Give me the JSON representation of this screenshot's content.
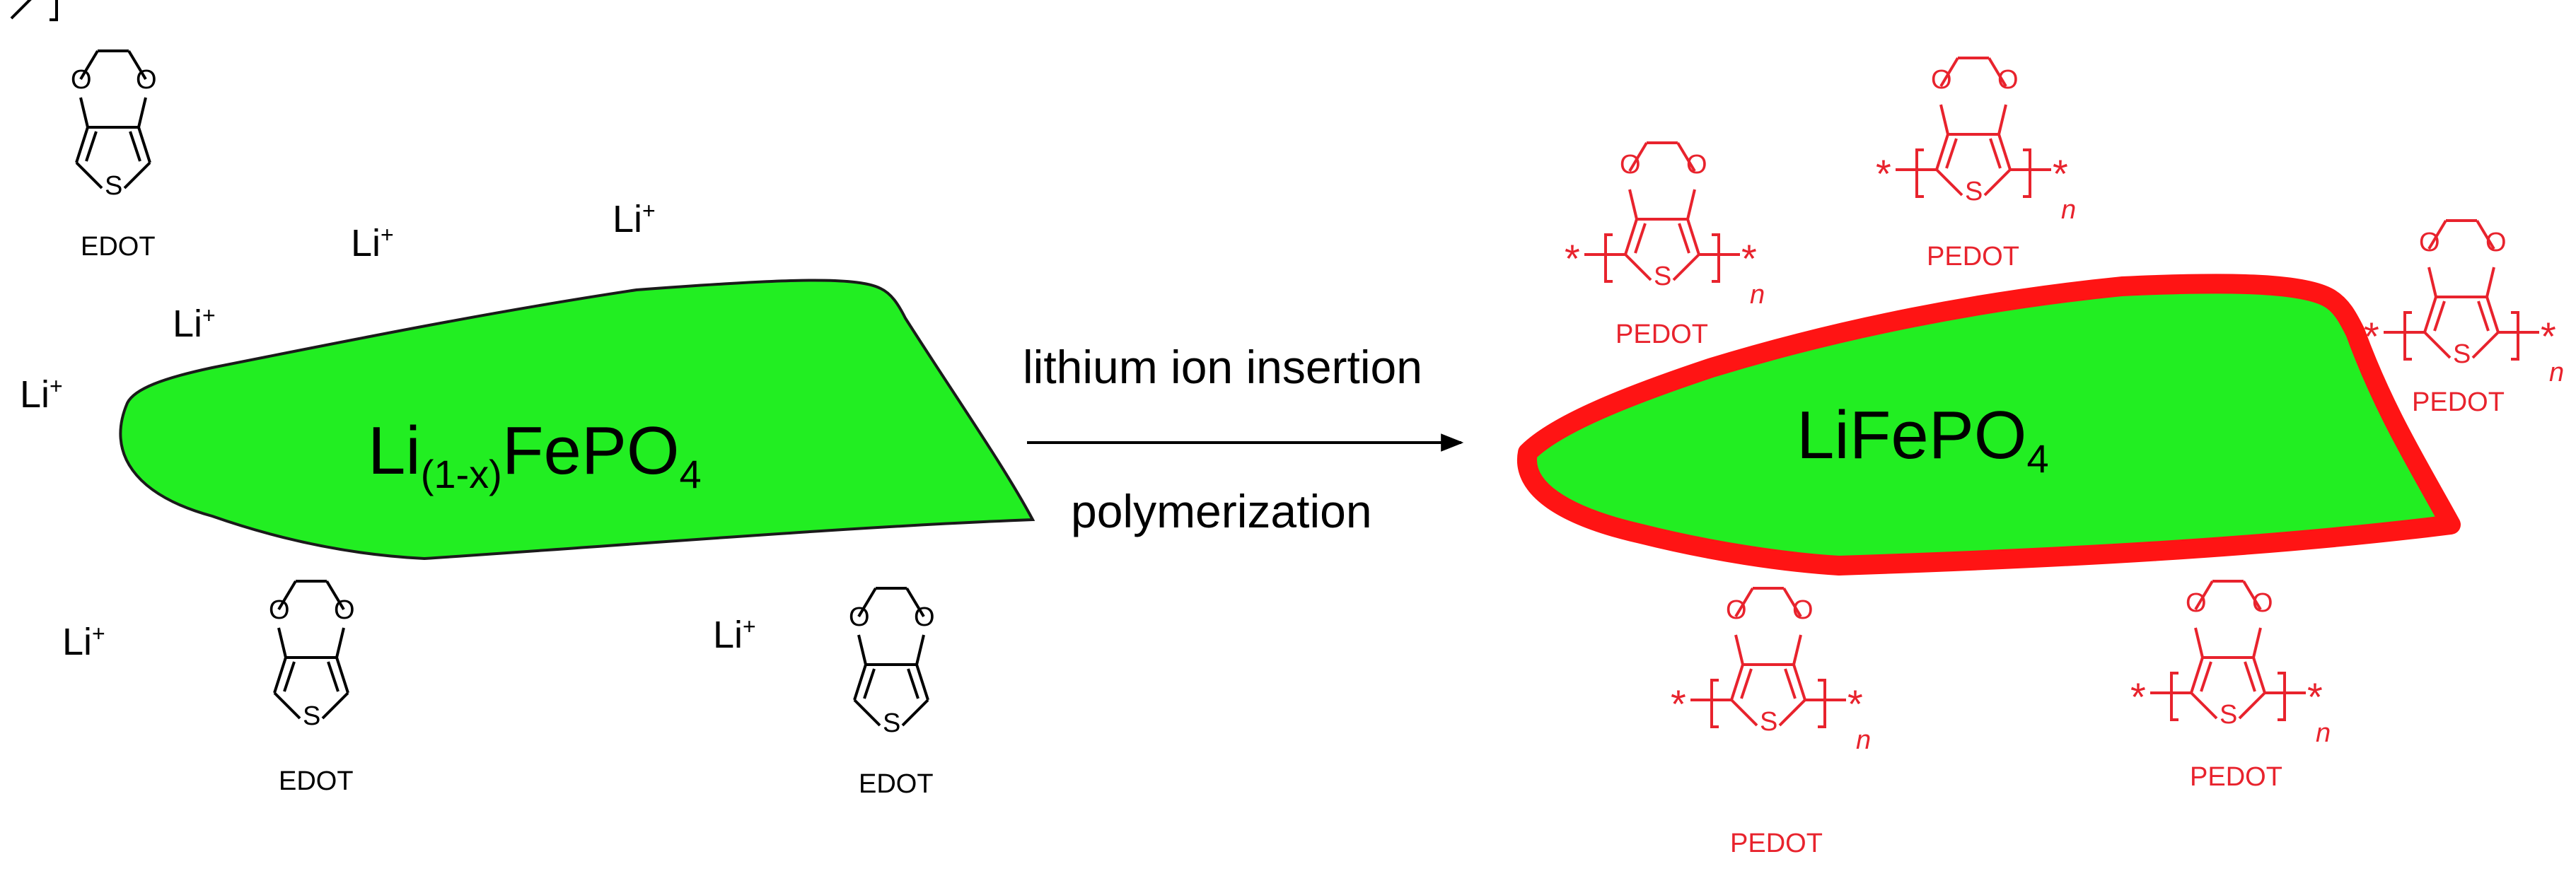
{
  "ion_label": "Li",
  "ion_charge": "+",
  "monomer_label": "EDOT",
  "polymer_label": "PEDOT",
  "repeat_index": "n",
  "end_group": "*",
  "atom_O": "O",
  "atom_S": "S",
  "reactant": {
    "prefix": "Li",
    "subscript": "(1-x)",
    "mid": "FePO",
    "sub4": "4"
  },
  "product": {
    "main": "LiFePO",
    "sub4": "4"
  },
  "arrow": {
    "top_label": "lithium ion insertion",
    "bottom_label": "polymerization"
  },
  "colors": {
    "particle_fill": "#22ee22",
    "coating": "#ff1414",
    "pedot": "#e8232d",
    "text": "#000000"
  }
}
